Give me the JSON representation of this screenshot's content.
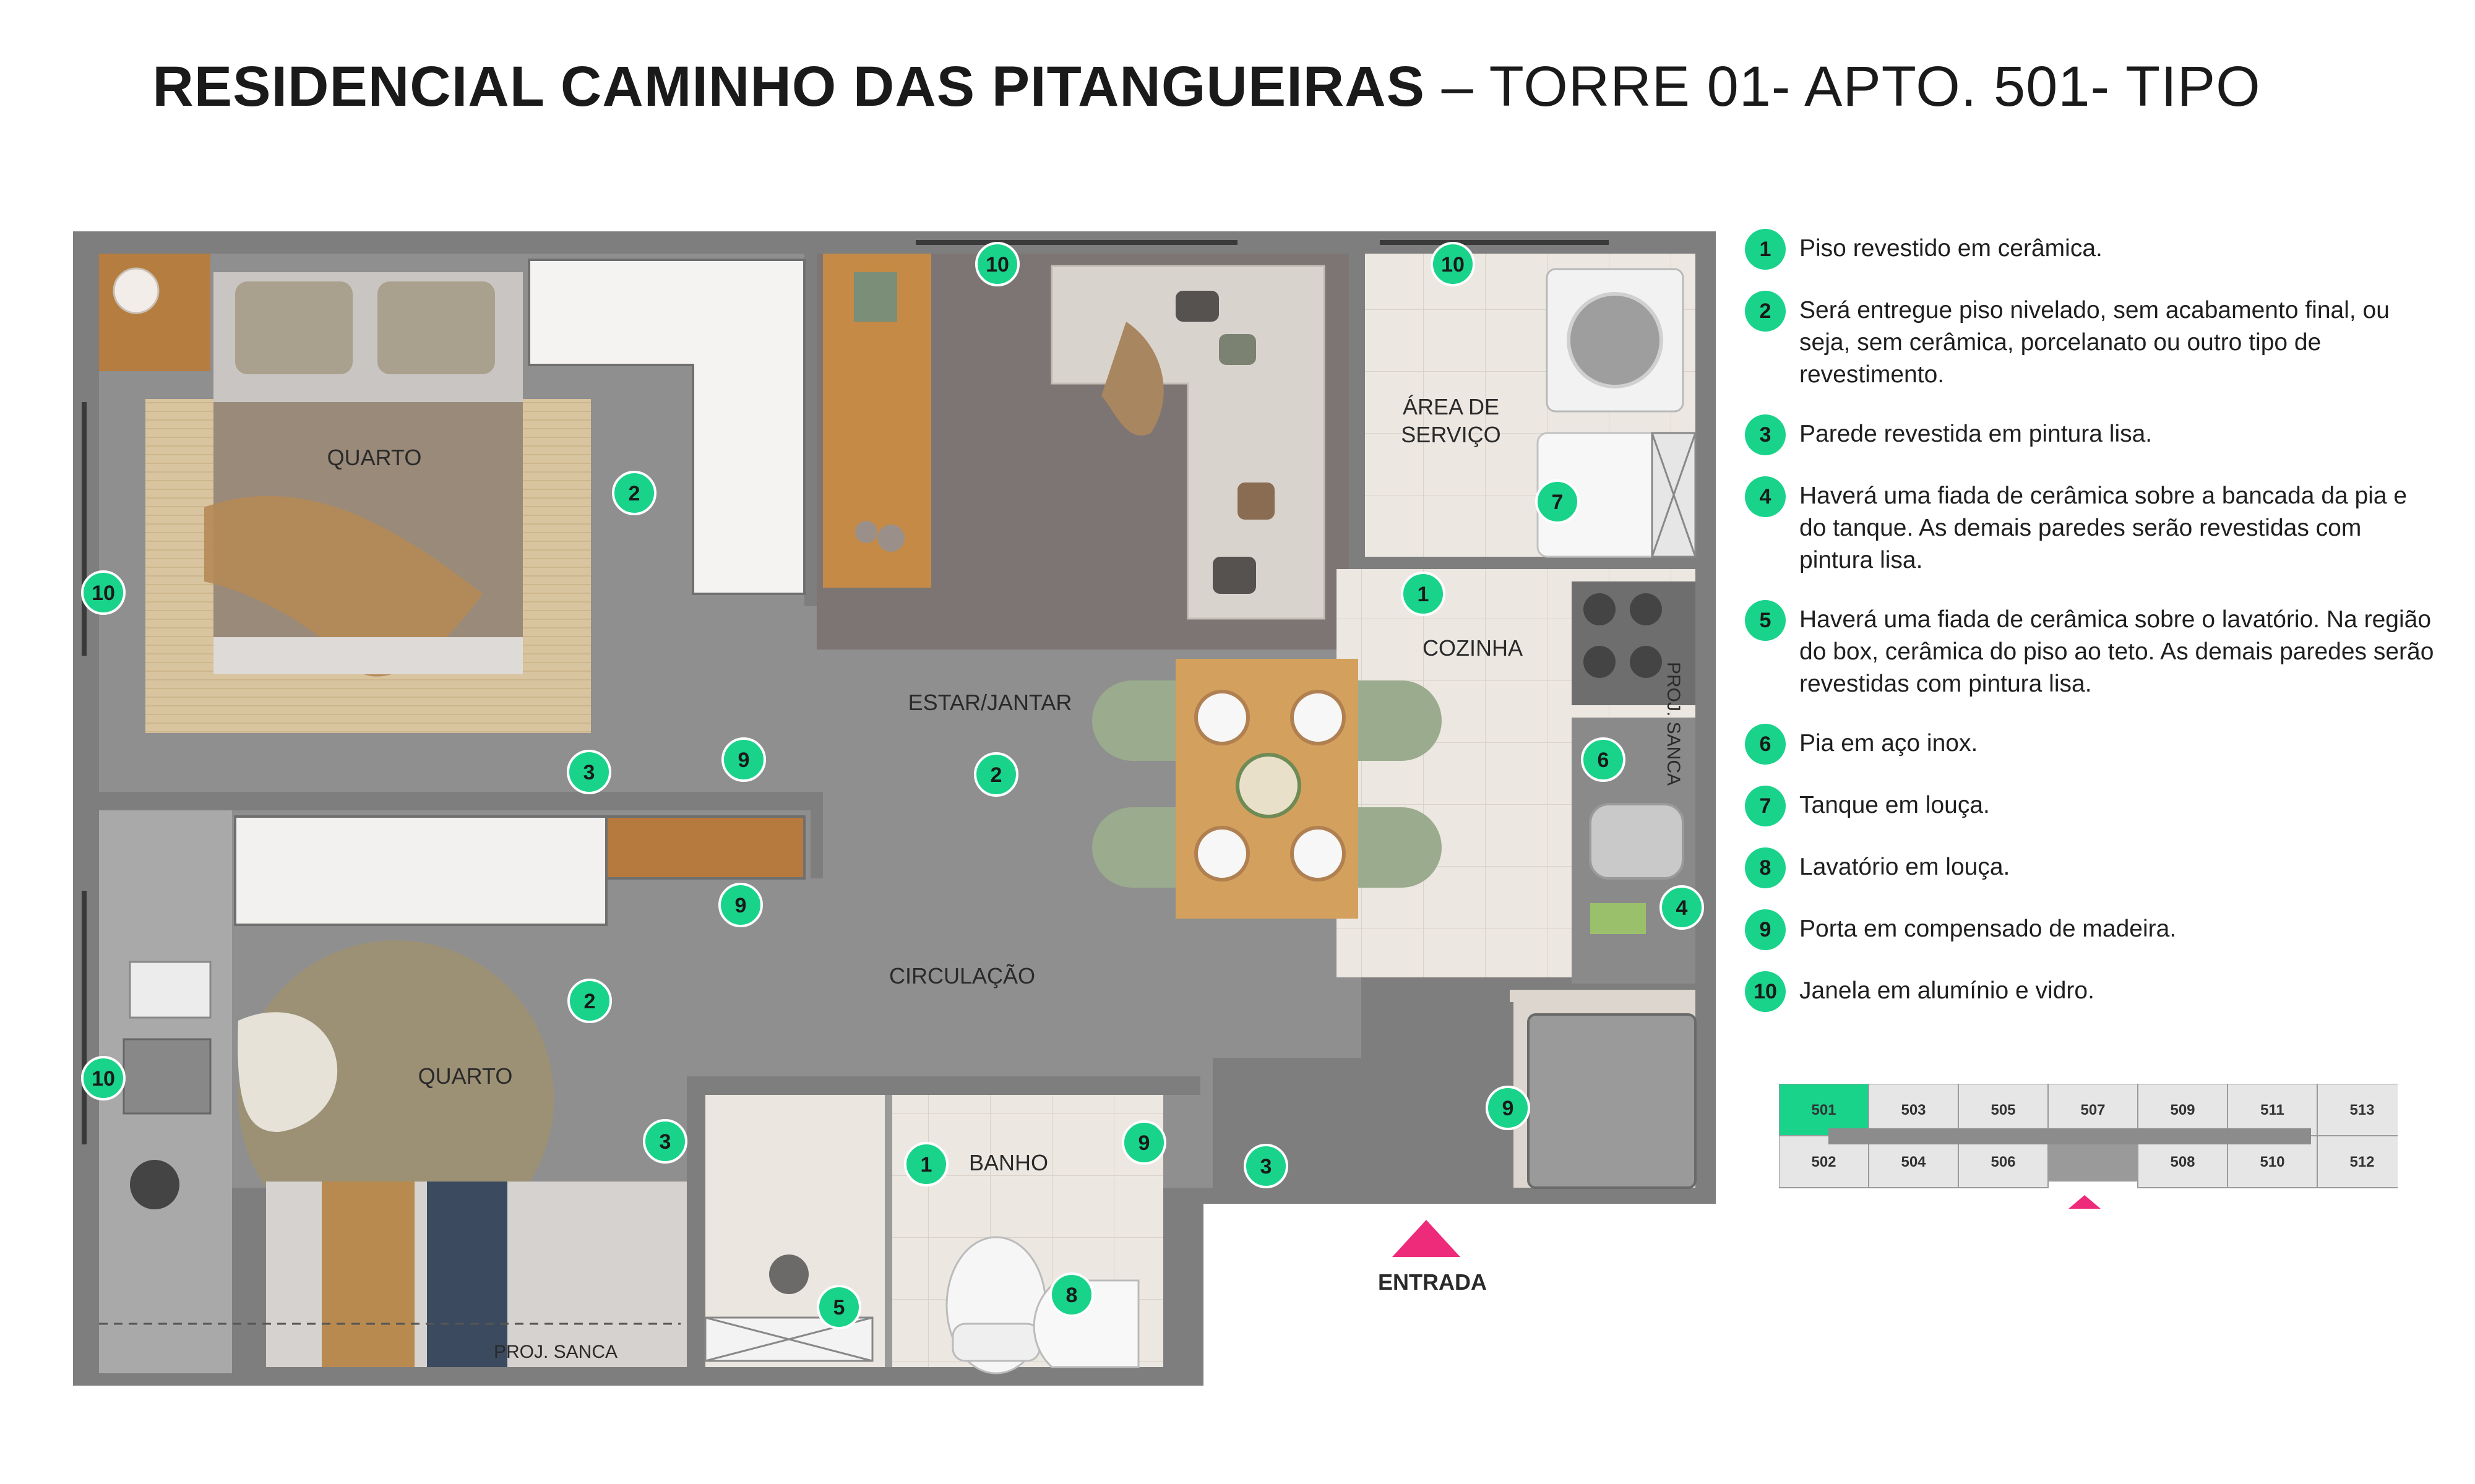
{
  "title": {
    "bold": "RESIDENCIAL CAMINHO DAS PITANGUEIRAS",
    "rest": " – TORRE 01- APTO. 501- TIPO"
  },
  "rooms": {
    "quarto1": "QUARTO",
    "quarto2": "QUARTO",
    "area_servico_1": "ÁREA DE",
    "area_servico_2": "SERVIÇO",
    "cozinha": "COZINHA",
    "estar": "ESTAR/JANTAR",
    "circulacao": "CIRCULAÇÃO",
    "banho": "BANHO",
    "proj_sanca_right": "PROJ. SANCA",
    "proj_sanca_bottom": "PROJ. SANCA",
    "entrada": "ENTRADA"
  },
  "markers": {
    "m1a": "1",
    "m1b": "1",
    "m2a": "2",
    "m2b": "2",
    "m2c": "2",
    "m3a": "3",
    "m3b": "3",
    "m3c": "3",
    "m4": "4",
    "m5": "5",
    "m6": "6",
    "m7": "7",
    "m8": "8",
    "m9a": "9",
    "m9b": "9",
    "m9c": "9",
    "m9d": "9",
    "m10a": "10",
    "m10b": "10",
    "m10c": "10",
    "m10d": "10"
  },
  "legend": [
    {
      "num": "1",
      "text": "Piso revestido em cerâmica."
    },
    {
      "num": "2",
      "text": "Será entregue piso nivelado, sem acabamento final, ou seja, sem cerâmica, porcelanato ou outro tipo de revestimento."
    },
    {
      "num": "3",
      "text": "Parede revestida em pintura lisa."
    },
    {
      "num": "4",
      "text": "Haverá uma fiada de cerâmica sobre a bancada da pia e do tanque. As demais paredes serão revestidas com pintura lisa."
    },
    {
      "num": "5",
      "text": "Haverá uma fiada de cerâmica sobre o lavatório. Na região do box, cerâmica do piso ao teto. As demais paredes serão revestidas com pintura lisa."
    },
    {
      "num": "6",
      "text": "Pia em aço inox."
    },
    {
      "num": "7",
      "text": "Tanque em louça."
    },
    {
      "num": "8",
      "text": "Lavatório em louça."
    },
    {
      "num": "9",
      "text": "Porta em compensado de madeira."
    },
    {
      "num": "10",
      "text": "Janela em alumínio e vidro."
    }
  ],
  "key_plan": {
    "top_row": [
      "501",
      "503",
      "505",
      "507",
      "509",
      "511",
      "513"
    ],
    "bottom_row": [
      "502",
      "504",
      "506",
      "508",
      "510",
      "512"
    ],
    "highlight": "501"
  },
  "colors": {
    "accent_green": "#19d38b",
    "entrance_pink": "#ee2a7b",
    "wall": "#7d7d7d",
    "floor_concrete": "#8e8e8e",
    "tile": "#e9e4de"
  }
}
